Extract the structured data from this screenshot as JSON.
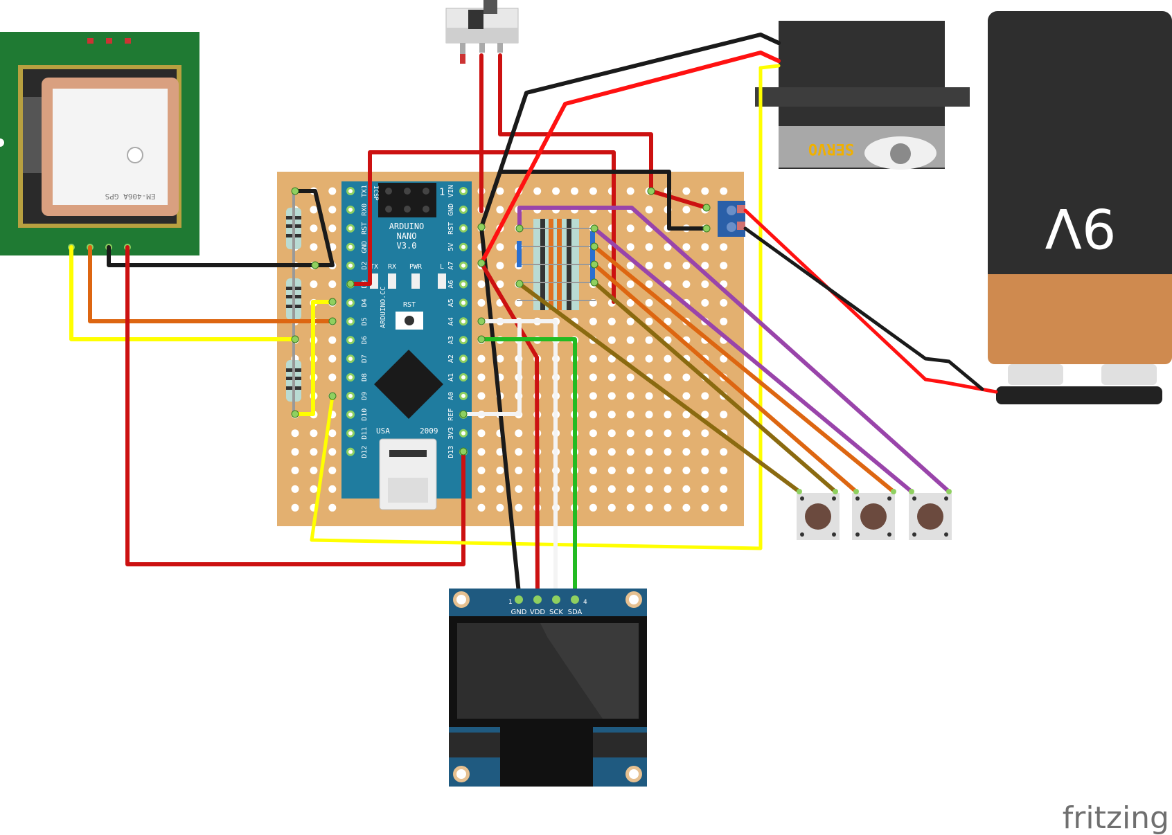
{
  "gps": {
    "label": "EM-406A GPS"
  },
  "nano": {
    "title_lines": [
      "ARDUINO",
      "NANO",
      "V3.0"
    ],
    "icsp": "ICSP",
    "icsp_num": "1",
    "site": "ARDUINO.CC",
    "rst": "RST",
    "usa": "USA",
    "year": "2009",
    "leds": [
      "TX",
      "RX",
      "PWR",
      "L"
    ],
    "pins_left": [
      "TX1",
      "RX0",
      "RST",
      "GND",
      "D2",
      "D3",
      "D4",
      "D5",
      "D6",
      "D7",
      "D8",
      "D9",
      "D10",
      "D11",
      "D12"
    ],
    "pins_right": [
      "VIN",
      "GND",
      "RST",
      "5V",
      "A7",
      "A6",
      "A5",
      "A4",
      "A3",
      "A2",
      "A1",
      "A0",
      "REF",
      "3V3",
      "D13"
    ]
  },
  "servo": {
    "label": "SERVO"
  },
  "battery": {
    "label": "9V"
  },
  "oled": {
    "pins": [
      "GND",
      "VDD",
      "SCK",
      "SDA"
    ],
    "pin_first": "1",
    "pin_last": "4"
  },
  "brand": "fritzing",
  "colors": {
    "wire_red": "#cc1111",
    "wire_black": "#1a1a1a",
    "wire_yellow": "#ffff00",
    "wire_orange": "#dd6611",
    "wire_purple": "#9944aa",
    "wire_olive": "#8a6a10",
    "wire_green": "#22bb22",
    "wire_white": "#f4f4f4",
    "stripboard": "#e3b070",
    "nano_blue": "#1f7c9f",
    "gps_green": "#1f7a33",
    "battery_orange": "#cf8a4f"
  }
}
